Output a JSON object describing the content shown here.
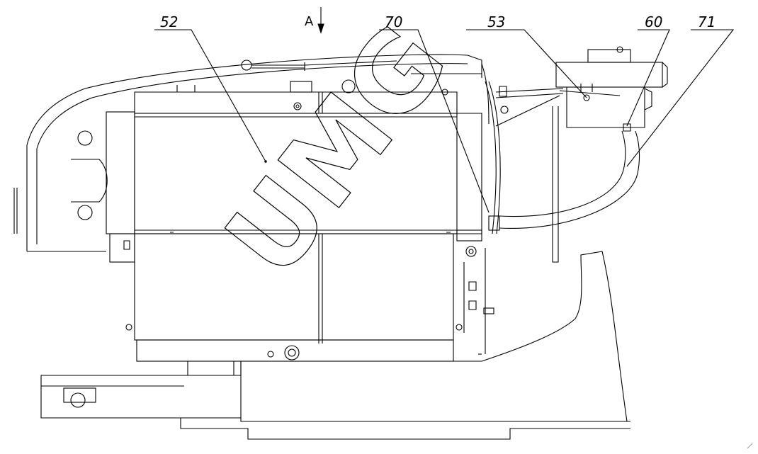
{
  "drawing": {
    "view_label": "A",
    "watermark": "UMG",
    "callouts": [
      {
        "id": "c52",
        "label": "52"
      },
      {
        "id": "c70",
        "label": "70"
      },
      {
        "id": "c53",
        "label": "53"
      },
      {
        "id": "c60",
        "label": "60"
      },
      {
        "id": "c71",
        "label": "71"
      }
    ]
  }
}
